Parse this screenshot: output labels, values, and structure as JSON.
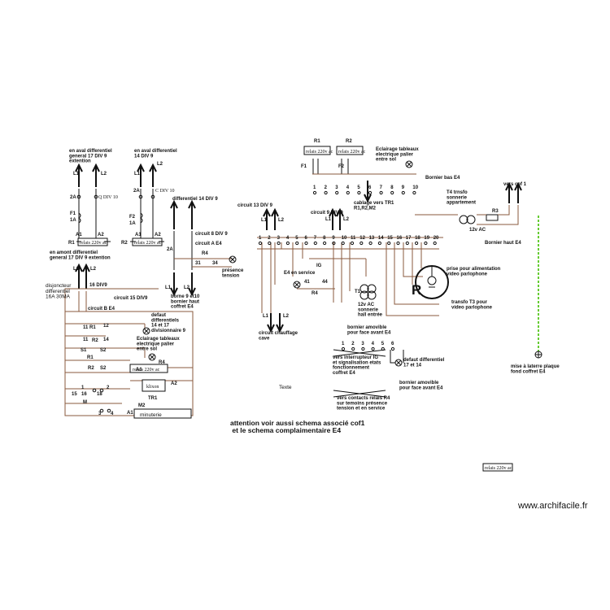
{
  "left_panel": {
    "top_label_left": "en aval differentiel\ngeneral 17 DIV 9\nextention",
    "top_label_mid": "en aval differentiel\n14 DIV 9",
    "L1": "L1",
    "L2": "L2",
    "two_a": "2A",
    "q_div10": "Q DIV 10",
    "c_div10": "C DIV 10",
    "f1": "F1",
    "one_a": "1A",
    "f2": "F2",
    "one_a_b": "1A",
    "relay_label": "relais 220v ac",
    "a1": "A1",
    "a2": "A2",
    "r1": "R1",
    "r2": "R2",
    "amont_label": "en amont differentiel\ngeneral 17 DIV 9 extention",
    "disj_label": "disjoncteur\ndifferentiel\n16A 30MA",
    "div9_label": "16 DIV9",
    "circuit15": "circuit 15 DIV9",
    "circuitB": "circuit B E4",
    "defaut_label": "defaut\ndifferentiels\n14 et 17\ndivisionnaire 9",
    "eclairage_label": "Eclairage tableaux\nelectrique palier\nentre sol",
    "r4": "R4",
    "tr1": "TR1",
    "m": "M",
    "m2": "M2",
    "minuterie": "minuterie",
    "klixon": "klixon",
    "n11": "11",
    "n12": "12",
    "n14": "14",
    "s1": "S1",
    "s2": "S2",
    "n15": "15",
    "n16": "16",
    "n18": "18",
    "n3": "3",
    "n4": "4",
    "n1": "1",
    "n2": "2"
  },
  "mid_panel": {
    "diff14": "differentiel 14 DIV 9",
    "circuit8": "circuit 8 DIV 9",
    "circuitA": "circuit A E4",
    "r4": "R4",
    "n31": "31",
    "n34": "34",
    "presence": "présence\ntension",
    "borne": "borne 9 et10\nbornier haut\ncoffret E4"
  },
  "right_panel": {
    "r1": "R1",
    "r2": "R2",
    "f1": "F1",
    "f2": "F2",
    "eclairage_label": "Eclairage tableaux\nelectrique palier\nentre sol",
    "bornier_bas": "Bornier bas E4",
    "cablage": "cablage vers TR1\nR1,R2,M2",
    "bas_terms": [
      "1",
      "2",
      "3",
      "4",
      "5",
      "6",
      "7",
      "8",
      "9",
      "10"
    ],
    "circuit13": "circuit 13 DIV 9",
    "circuit9": "circuit 9 DIV 9",
    "vers_cof": "vers cof 1",
    "t4_label": "T4 trnsfo\nsonnerie\nappartement",
    "r3": "R3",
    "ac12_a": "12v AC",
    "haut_terms": [
      "1",
      "2",
      "3",
      "4",
      "5",
      "6",
      "7",
      "8",
      "9",
      "10",
      "11",
      "12",
      "13",
      "14",
      "15",
      "16",
      "17",
      "18",
      "19",
      "20"
    ],
    "bornier_haut": "Bornier haut E4",
    "e4_service": "E4 en service",
    "n41": "41",
    "n44": "44",
    "r4": "R4",
    "ig": "IG",
    "t1": "T1",
    "ac12_b": "12v AC\nsonnerie\nhall entrée",
    "prise": "prise pour alimentation\nvideo parlophone",
    "transfo": "transfo T3 pour\nvideo parlophone",
    "big_r": "R",
    "chauffage": "circuit chauffage\ncave",
    "amovible_top": "bornier amovible\npour face avant E4",
    "amov_terms": [
      "1",
      "2",
      "3",
      "4",
      "5",
      "6"
    ],
    "vers_interrupteur": "vers interrupteur IG\net signalisation etats\nfonctionnement\ncoffret  E4",
    "defaut_diff": "defaut differentiel\n17 et 14",
    "amovible_bottom": "bornier amovible\npour face avant E4",
    "vers_contacts": "vers contacts relais R4\nsur temoins présence\ntension et en service",
    "mise_terre": "mise à laterre plaque\nfond coffret E4"
  },
  "texte": "Texte",
  "note": "attention voir aussi schema associé cof1\n et le schema complaimentaire E4",
  "small_relay": "relais 220v ac",
  "watermark": "www.archifacile.fr"
}
